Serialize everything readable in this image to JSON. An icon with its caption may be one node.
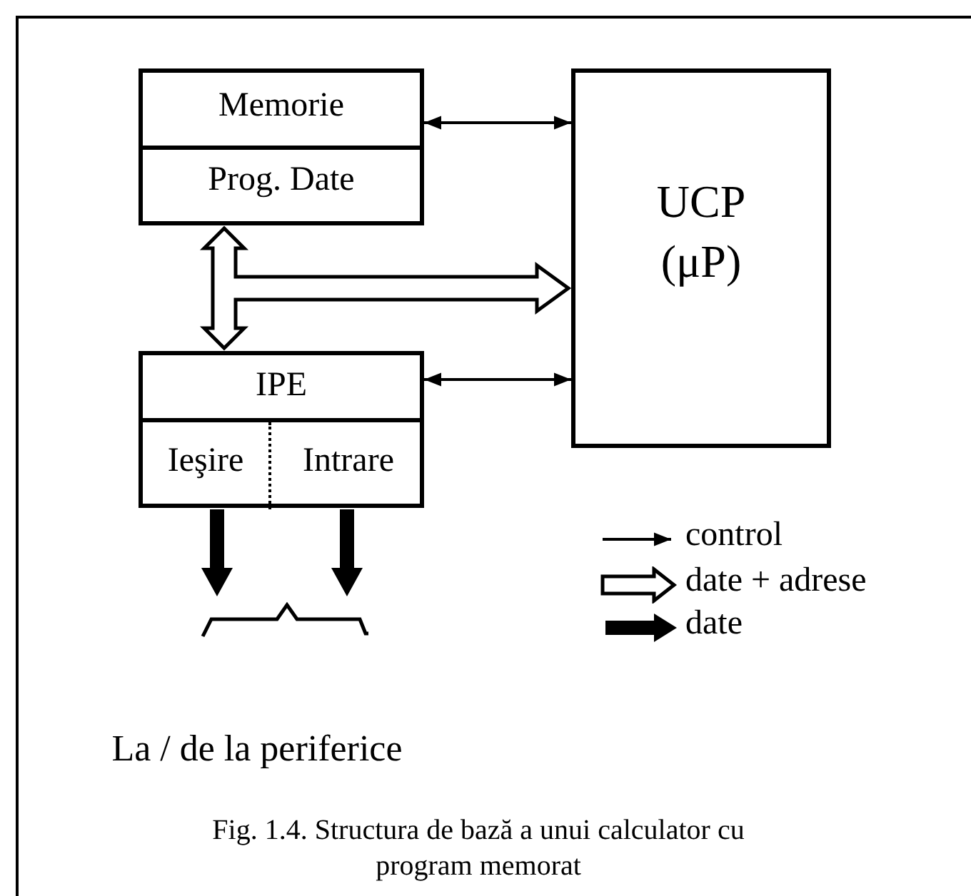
{
  "diagram": {
    "caption": "Fig. 1.4. Structura de bază a unui calculator cu program memorat",
    "nodes": [
      {
        "text": [
          "Memorie",
          "Prog. Date"
        ]
      },
      {
        "text": [
          "UCP (μP)"
        ]
      },
      {
        "text": [
          "IPE"
        ]
      },
      {
        "text": [
          "Ieşire"
        ],
        "in": 2
      },
      {
        "text": [
          "Intrare"
        ],
        "in": 2
      },
      {
        "text": [
          "La / de la periferice"
        ]
      }
    ],
    "edges": [
      {
        "from": 0,
        "to": 1,
        "arrow": "both"
      },
      {
        "from": 2,
        "to": 1,
        "arrow": "both"
      },
      {
        "from": 0,
        "to": 2,
        "arrow": "both",
        "style": "thick",
        "color": "#ffffff"
      },
      {
        "from": 0,
        "to": 1,
        "arrow": "to",
        "style": "thick",
        "color": "#ffffff"
      },
      {
        "from": 2,
        "to": 1,
        "arrow": "to",
        "style": "thick",
        "color": "#ffffff"
      },
      {
        "from": 3,
        "to": 5,
        "arrow": "to",
        "style": "thick"
      },
      {
        "from": 4,
        "to": 5,
        "arrow": "to",
        "style": "thick"
      }
    ],
    "legend": [
      {
        "text": "control"
      },
      {
        "text": "date + adrese"
      },
      {
        "text": "date"
      }
    ]
  }
}
